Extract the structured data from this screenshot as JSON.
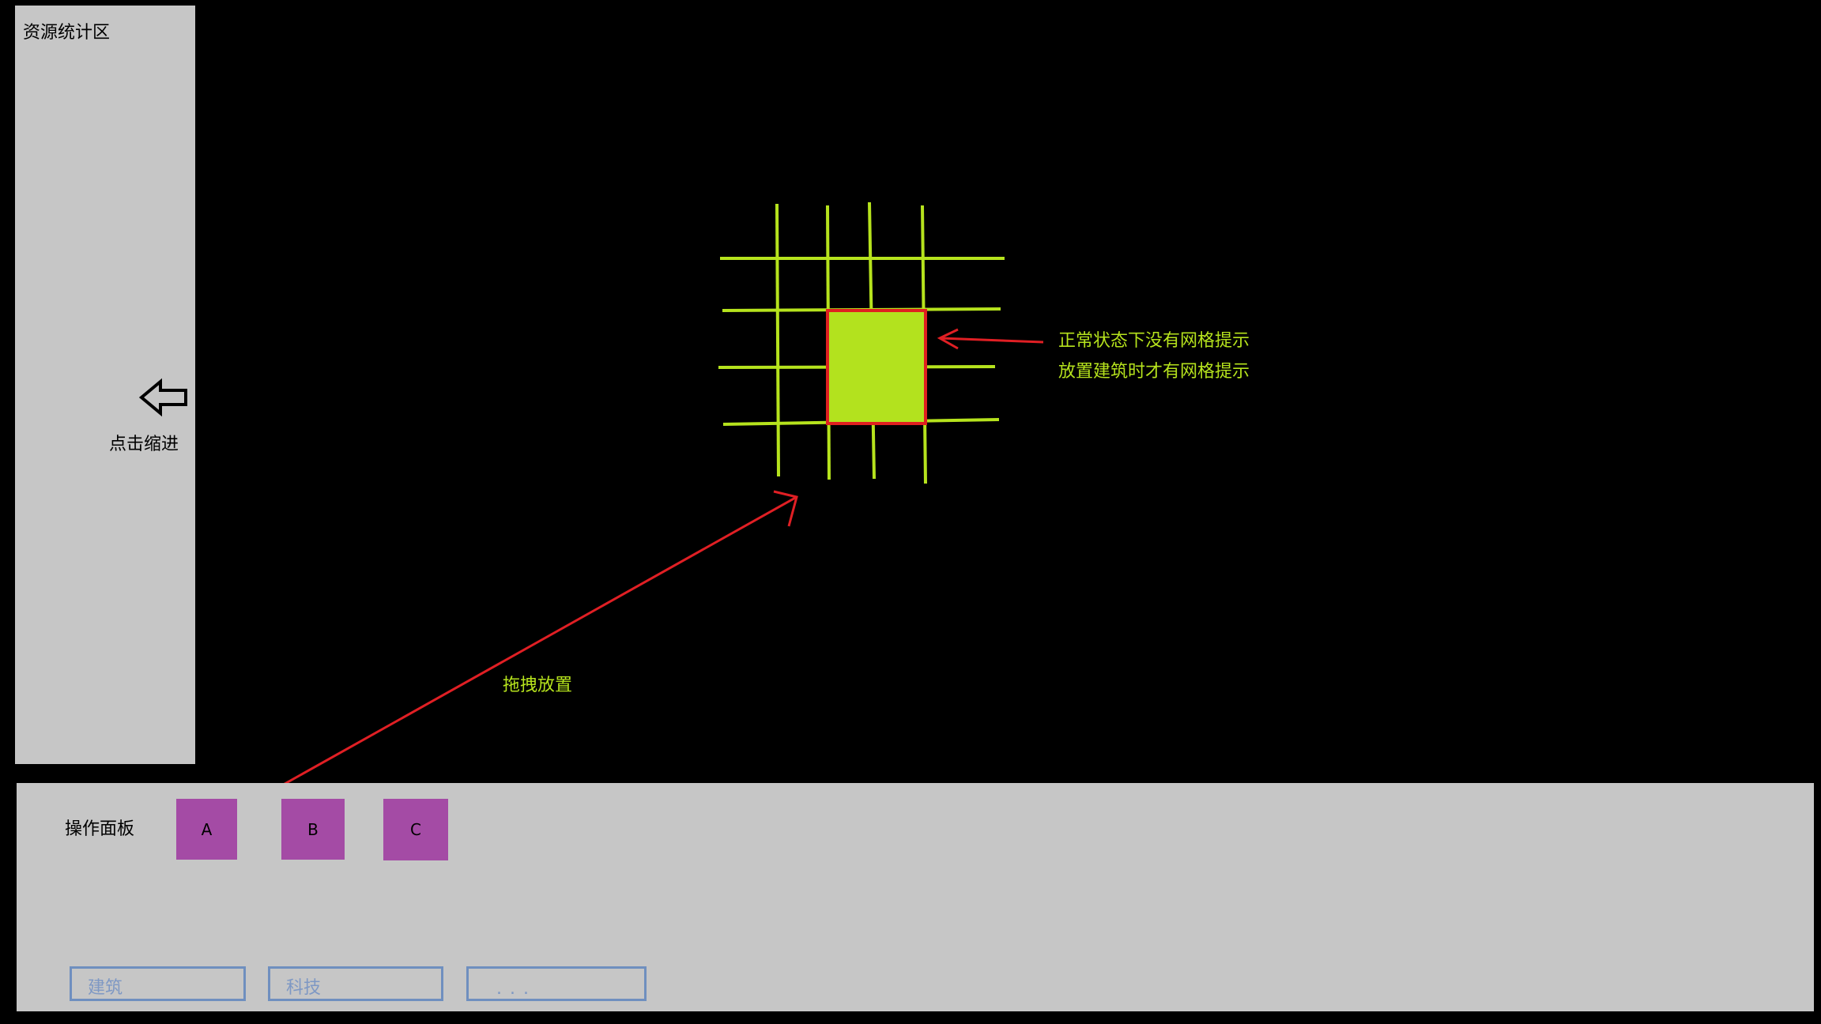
{
  "left_panel": {
    "title": "资源统计区",
    "collapse_label": "点击缩进",
    "collapse_icon": "arrow-left-outline-icon"
  },
  "bottom_panel": {
    "title": "操作面板",
    "buildings": [
      {
        "label": "A",
        "color": "#a44ba5"
      },
      {
        "label": "B",
        "color": "#a44ba5"
      },
      {
        "label": "C",
        "color": "#a44ba5"
      }
    ],
    "tabs": [
      {
        "label": "建筑"
      },
      {
        "label": "科技"
      },
      {
        "label": "..."
      }
    ]
  },
  "annotations": {
    "grid_note_line1": "正常状态下没有网格提示",
    "grid_note_line2": "放置建筑时才有网格提示",
    "drag_note": "拖拽放置"
  },
  "colors": {
    "background": "#000000",
    "panel": "#c6c6c6",
    "grid_line": "#b6e31d",
    "placed_tile_fill": "#b3e21e",
    "highlight_border": "#e02020",
    "arrow": "#e01f24",
    "tab_border": "#6f8fbf",
    "building": "#a44ba5"
  }
}
